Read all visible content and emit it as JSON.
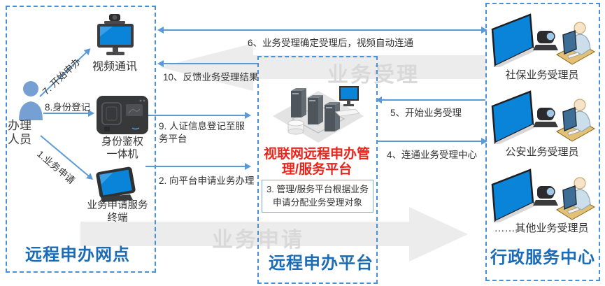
{
  "regions": {
    "left": {
      "title": "远程申办网点"
    },
    "middle": {
      "title": "远程申办平台"
    },
    "right": {
      "title": "行政服务中心"
    }
  },
  "left": {
    "person_label": [
      "办理",
      "人员"
    ],
    "video_label": "视频通讯",
    "auth_label": [
      "身份鉴权",
      "一体机"
    ],
    "terminal_label": [
      "业务申请服务",
      "终端"
    ]
  },
  "middle": {
    "platform_title": [
      "视联网远程申办管",
      "理/服务平台"
    ],
    "step3": [
      "3. 管理/服务平台根据业务",
      "申请分配业务受理对象"
    ]
  },
  "right": {
    "operators": [
      {
        "label": "社保业务受理员"
      },
      {
        "label": "公安业务受理员"
      },
      {
        "label": "……其他业务受理员"
      }
    ]
  },
  "flows": {
    "step1": "1.业务申请",
    "step2": "2. 向平台申请业务办理",
    "step4": "4、连通业务受理中心",
    "step5": "5、开始业务受理",
    "step6": "6、业务受理确定受理后，视频自动连通",
    "step7": "7. 开始申办",
    "step8": "8.身份登记",
    "step9": [
      "9. 人证信息登记至服",
      "务平台"
    ],
    "step10": "10、反馈业务受理结果"
  },
  "watermarks": {
    "accept": "业务受理",
    "apply": "业务申请"
  },
  "colors": {
    "region_border": "#4a90d9",
    "arrow_blue": "#5b9bd5",
    "title_blue": "#1b6cb5",
    "platform_red": "#e8251d",
    "gray_band": "#ececec",
    "watermark_gray": "#d9d9d9",
    "screen_blue": "#0a84d8"
  }
}
